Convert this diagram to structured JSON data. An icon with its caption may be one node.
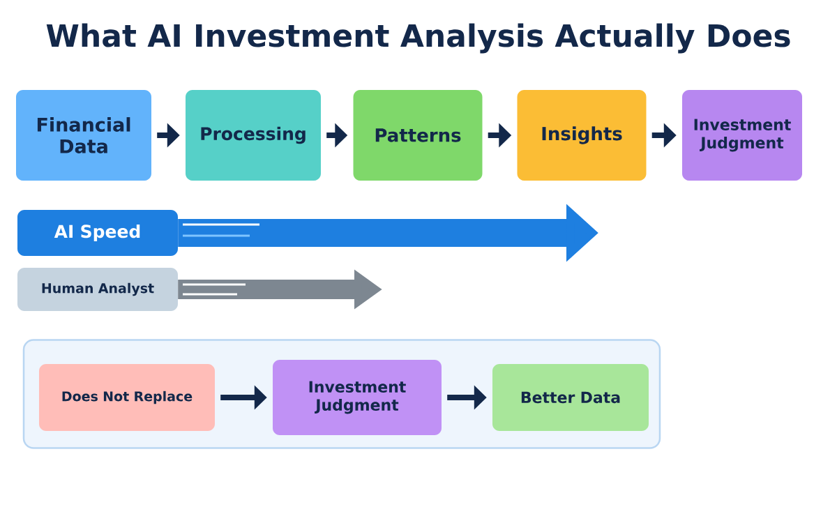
{
  "diagram": {
    "title": "What AI Investment Analysis Actually Does",
    "nodes": [
      {
        "text": [
          "Financial Data"
        ]
      },
      {
        "text": [
          "Processing"
        ]
      },
      {
        "text": [
          "Patterns"
        ]
      },
      {
        "text": [
          "Insights"
        ]
      },
      {
        "text": [
          "Investment Judgment"
        ]
      },
      {
        "text": [
          "AI Speed"
        ]
      },
      {
        "text": [
          "Human Analyst"
        ]
      },
      {
        "text": [],
        "shape": "box"
      },
      {
        "text": [
          "Does Not Replace"
        ],
        "in": 7
      },
      {
        "text": [
          "Investment Judgment"
        ],
        "in": 7
      },
      {
        "text": [
          "Better Data"
        ],
        "in": 7
      }
    ],
    "edges": [
      {
        "from": 0,
        "to": 1,
        "arrow": "to"
      },
      {
        "from": 1,
        "to": 2,
        "arrow": "to"
      },
      {
        "from": 2,
        "to": 3,
        "arrow": "to"
      },
      {
        "from": 3,
        "to": 4,
        "arrow": "to"
      },
      {
        "from": 5,
        "to": null,
        "arrow": "to",
        "style": "thick",
        "color": "#1e7fe0"
      },
      {
        "from": 6,
        "to": null,
        "arrow": "to",
        "style": "thick",
        "color": "#7d8791"
      },
      {
        "from": 8,
        "to": 9,
        "arrow": "to"
      },
      {
        "from": 9,
        "to": 10,
        "arrow": "to"
      }
    ]
  }
}
